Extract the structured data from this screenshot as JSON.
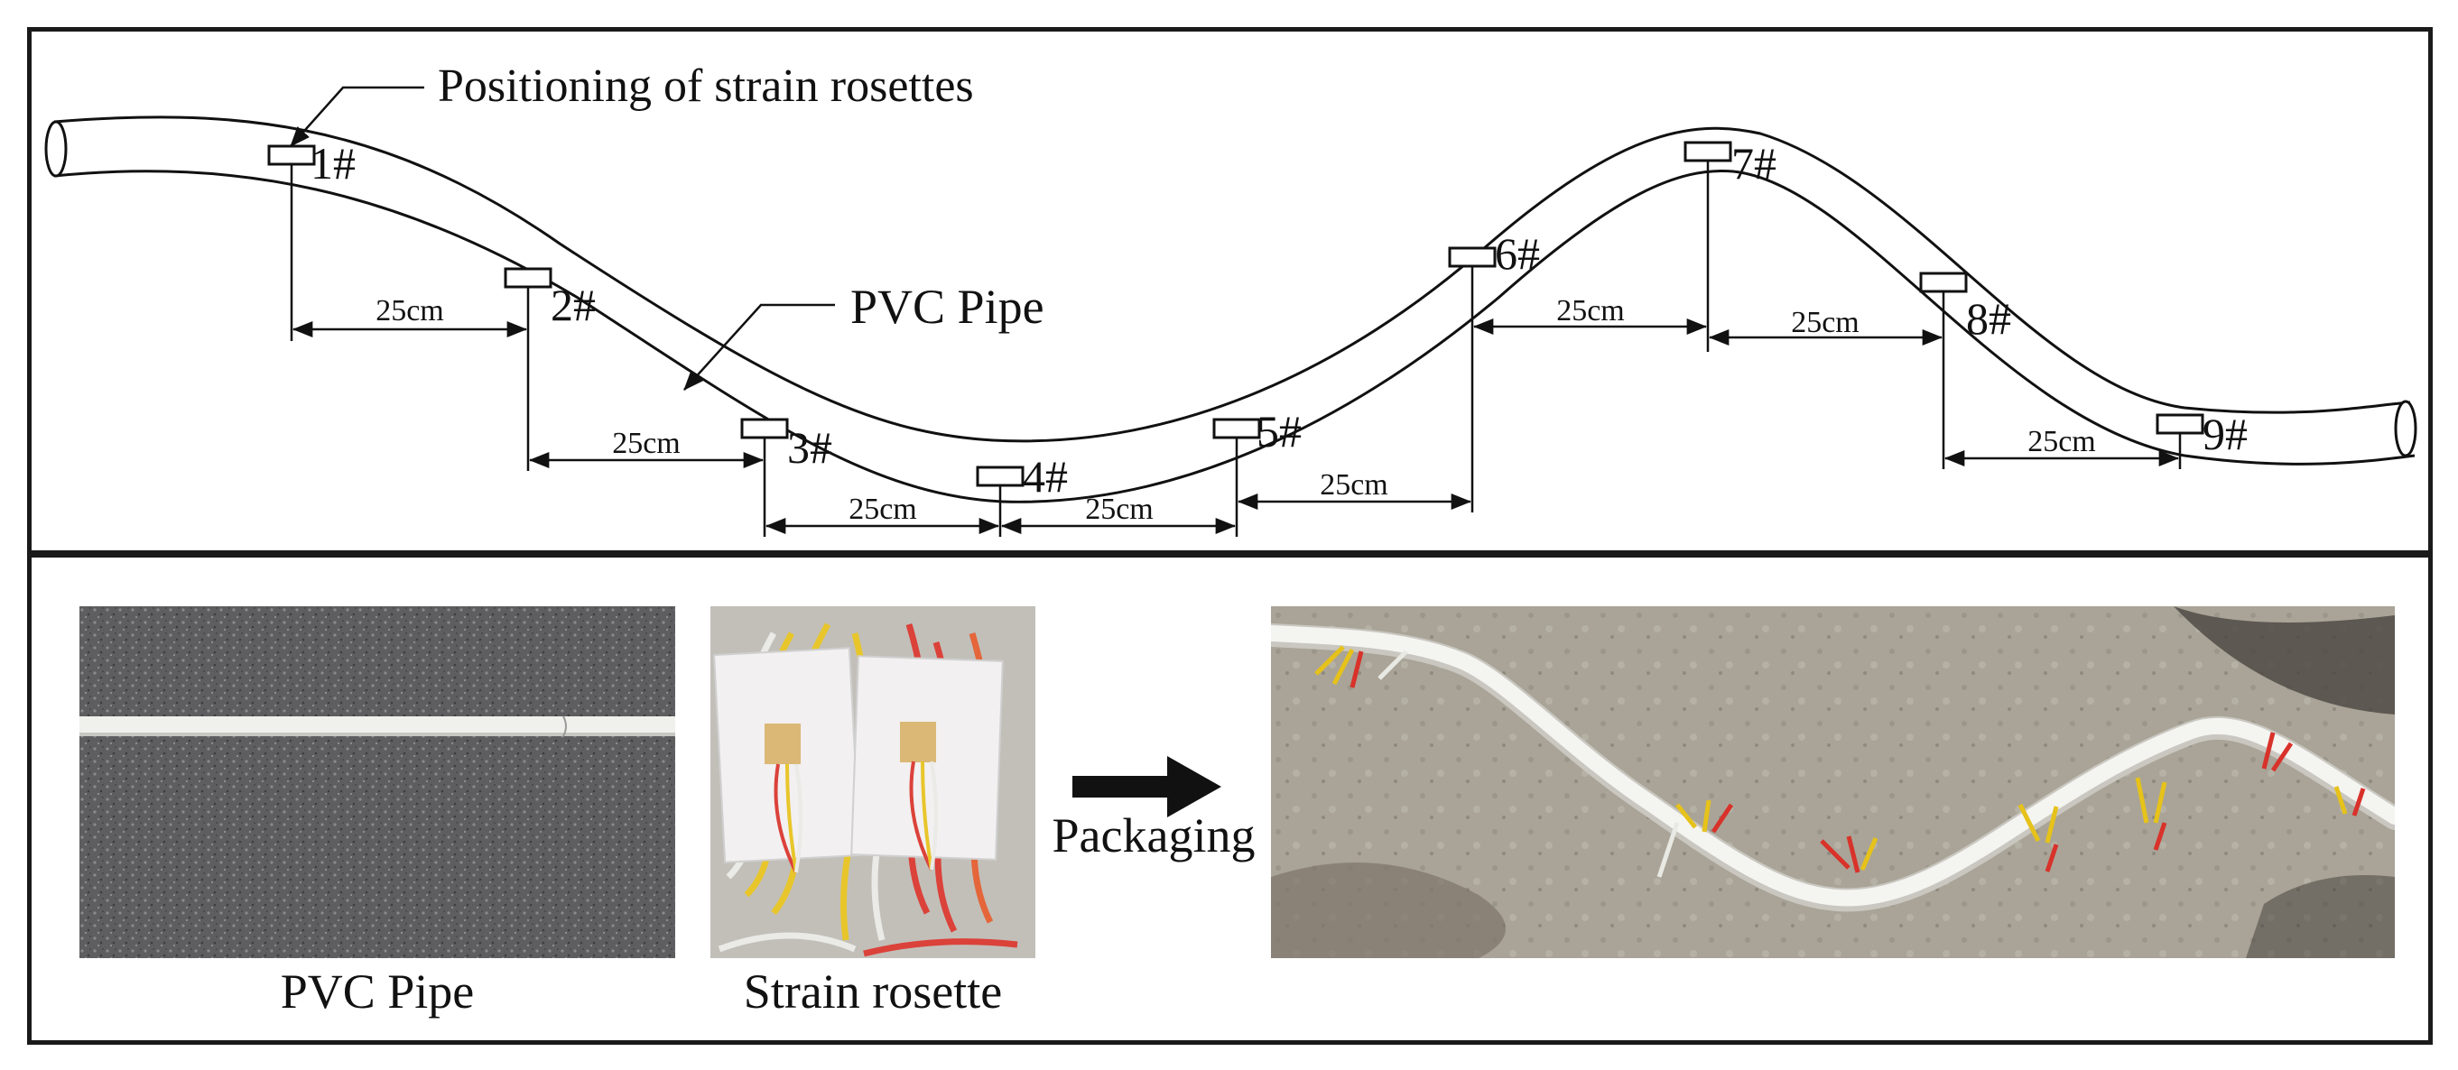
{
  "top_panel": {
    "callout_rosettes": "Positioning of strain rosettes",
    "callout_pipe": "PVC Pipe",
    "rosette_labels": [
      "1#",
      "2#",
      "3#",
      "4#",
      "5#",
      "6#",
      "7#",
      "8#",
      "9#"
    ],
    "spacing_label": "25cm"
  },
  "bottom_panel": {
    "photo_pipe_caption": "PVC Pipe",
    "photo_rosette_caption": "Strain rosette",
    "arrow_label": "Packaging"
  },
  "colors": {
    "line": "#111111",
    "asphalt": "#5b5b5d",
    "pipe_white": "#eeeeea",
    "wire_yellow": "#e6c21a",
    "wire_red": "#d8322a",
    "concrete": "#a8a396"
  }
}
